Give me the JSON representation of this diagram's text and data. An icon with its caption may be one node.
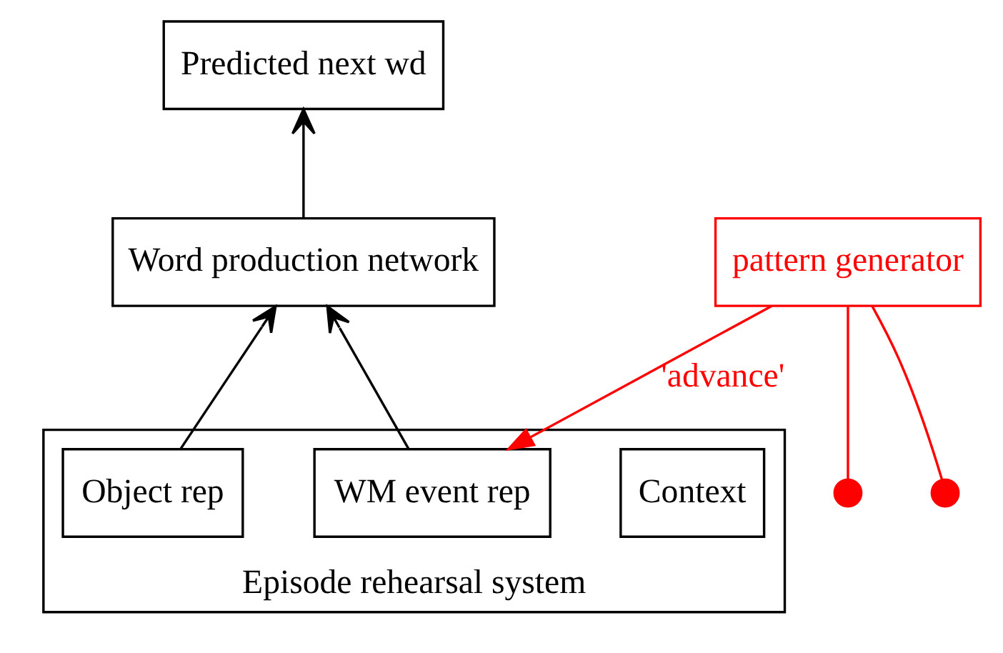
{
  "diagram": {
    "nodes": [
      {
        "text": [
          "Predicted next wd"
        ]
      },
      {
        "text": [
          "Word production network"
        ]
      },
      {
        "text": [
          "pattern generator"
        ]
      },
      {
        "text": [
          "Episode rehearsal system"
        ]
      },
      {
        "text": [
          "Context"
        ],
        "in": 3
      },
      {
        "text": [
          "WM event rep"
        ],
        "in": 3
      },
      {
        "text": [
          "Object rep"
        ],
        "in": 3
      },
      {
        "text": [],
        "shape": "circle"
      },
      {
        "text": [],
        "shape": "circle"
      }
    ],
    "edges": [
      {
        "from": 1,
        "to": 0,
        "arrow": "to"
      },
      {
        "from": 5,
        "to": 1,
        "arrow": "to"
      },
      {
        "from": 6,
        "to": 1,
        "arrow": "to"
      },
      {
        "from": 2,
        "to": 5,
        "arrow": "to",
        "label": "'advance'",
        "color": "#ff0000"
      },
      {
        "from": 2,
        "to": 7,
        "arrow": "none",
        "color": "#ff0000"
      },
      {
        "from": 2,
        "to": 8,
        "arrow": "none",
        "color": "#ff0000"
      }
    ]
  }
}
